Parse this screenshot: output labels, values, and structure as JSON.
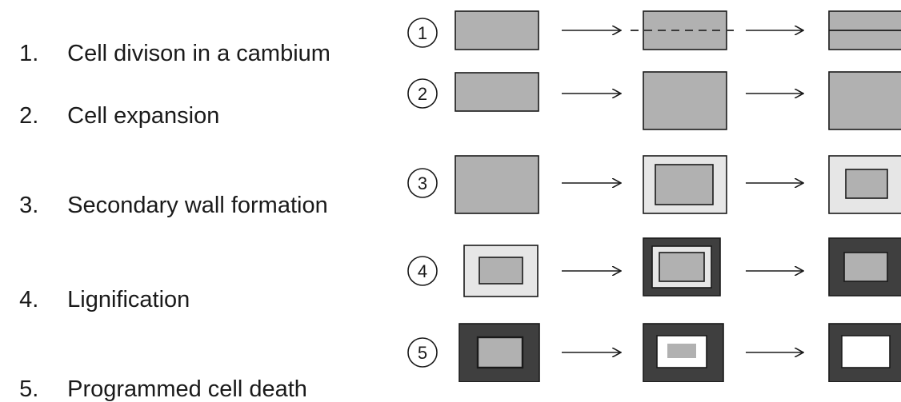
{
  "steps": [
    {
      "number": "1.",
      "label": "Cell divison in a cambium",
      "marker": "1"
    },
    {
      "number": "2.",
      "label": "Cell expansion",
      "marker": "2"
    },
    {
      "number": "3.",
      "label": "Secondary wall formation",
      "marker": "3"
    },
    {
      "number": "4.",
      "label": "Lignification",
      "marker": "4"
    },
    {
      "number": "5.",
      "label": "Programmed cell death",
      "marker": "5"
    }
  ],
  "colors": {
    "cytoplasm": "#b1b1b1",
    "secondary_wall": "#e6e6e6",
    "lignified_wall": "#3f3f3f",
    "empty_lumen": "#ffffff",
    "outline": "#1a1a1a"
  }
}
